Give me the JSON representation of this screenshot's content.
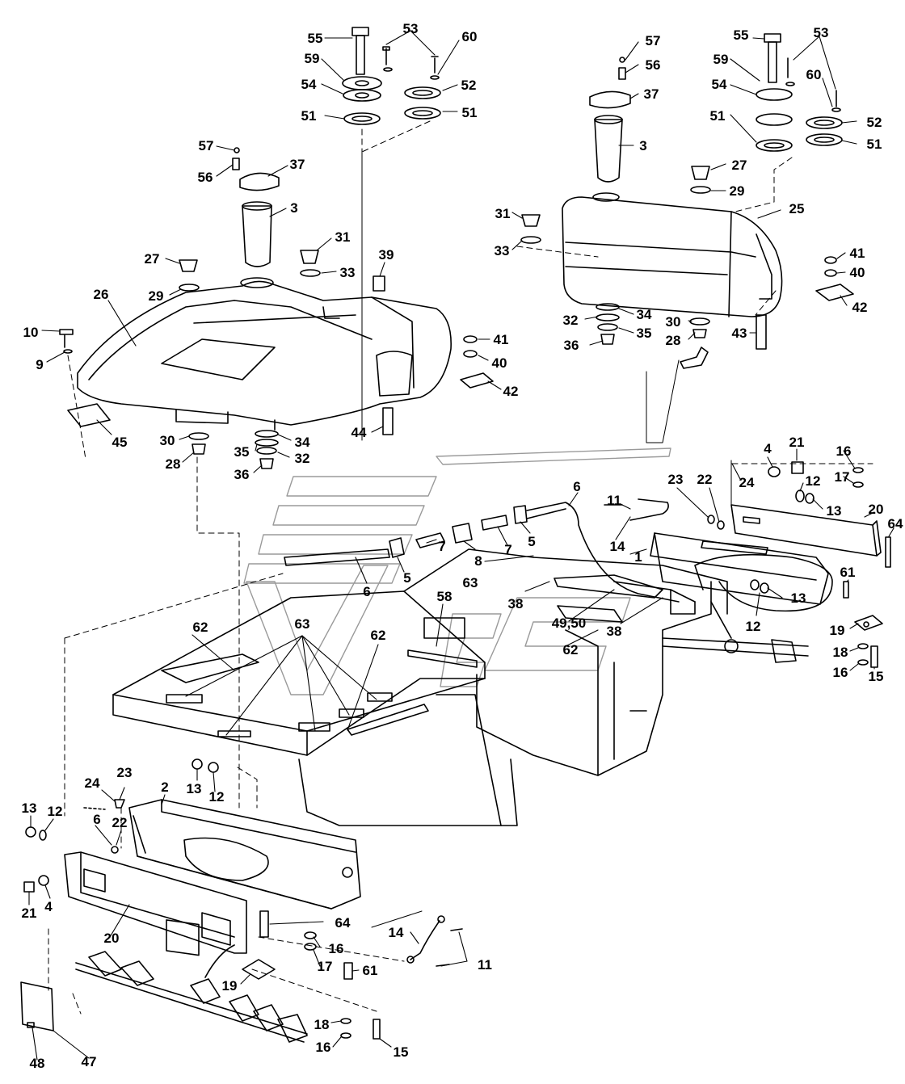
{
  "diagram": {
    "callouts": [
      {
        "id": "c1",
        "label": "55"
      },
      {
        "id": "c2",
        "label": "53"
      },
      {
        "id": "c3",
        "label": "60"
      },
      {
        "id": "c4",
        "label": "59"
      },
      {
        "id": "c5",
        "label": "54"
      },
      {
        "id": "c6",
        "label": "52"
      },
      {
        "id": "c7",
        "label": "51"
      },
      {
        "id": "c8",
        "label": "51"
      },
      {
        "id": "c9",
        "label": "57"
      },
      {
        "id": "c10",
        "label": "56"
      },
      {
        "id": "c11",
        "label": "37"
      },
      {
        "id": "c12",
        "label": "3"
      },
      {
        "id": "c13",
        "label": "27"
      },
      {
        "id": "c14",
        "label": "29"
      },
      {
        "id": "c15",
        "label": "31"
      },
      {
        "id": "c16",
        "label": "33"
      },
      {
        "id": "c17",
        "label": "39"
      },
      {
        "id": "c18",
        "label": "26"
      },
      {
        "id": "c19",
        "label": "10"
      },
      {
        "id": "c20",
        "label": "9"
      },
      {
        "id": "c21",
        "label": "41"
      },
      {
        "id": "c22",
        "label": "40"
      },
      {
        "id": "c23",
        "label": "42"
      },
      {
        "id": "c24",
        "label": "45"
      },
      {
        "id": "c25",
        "label": "30"
      },
      {
        "id": "c26",
        "label": "28"
      },
      {
        "id": "c27",
        "label": "34"
      },
      {
        "id": "c28",
        "label": "35"
      },
      {
        "id": "c29",
        "label": "32"
      },
      {
        "id": "c30",
        "label": "36"
      },
      {
        "id": "c31",
        "label": "44"
      },
      {
        "id": "c32",
        "label": "57"
      },
      {
        "id": "c33",
        "label": "56"
      },
      {
        "id": "c34",
        "label": "37"
      },
      {
        "id": "c35",
        "label": "3"
      },
      {
        "id": "c36",
        "label": "55"
      },
      {
        "id": "c37",
        "label": "53"
      },
      {
        "id": "c38",
        "label": "59"
      },
      {
        "id": "c39",
        "label": "60"
      },
      {
        "id": "c40",
        "label": "54"
      },
      {
        "id": "c41",
        "label": "51"
      },
      {
        "id": "c42",
        "label": "52"
      },
      {
        "id": "c43",
        "label": "51"
      },
      {
        "id": "c44",
        "label": "27"
      },
      {
        "id": "c45",
        "label": "29"
      },
      {
        "id": "c46",
        "label": "31"
      },
      {
        "id": "c47",
        "label": "33"
      },
      {
        "id": "c48",
        "label": "25"
      },
      {
        "id": "c49",
        "label": "41"
      },
      {
        "id": "c50",
        "label": "40"
      },
      {
        "id": "c51",
        "label": "42"
      },
      {
        "id": "c52",
        "label": "32"
      },
      {
        "id": "c53",
        "label": "34"
      },
      {
        "id": "c54",
        "label": "30"
      },
      {
        "id": "c55",
        "label": "35"
      },
      {
        "id": "c56",
        "label": "28"
      },
      {
        "id": "c57",
        "label": "36"
      },
      {
        "id": "c58",
        "label": "43"
      },
      {
        "id": "c59",
        "label": "4"
      },
      {
        "id": "c60",
        "label": "21"
      },
      {
        "id": "c61",
        "label": "16"
      },
      {
        "id": "c62",
        "label": "17"
      },
      {
        "id": "c63",
        "label": "23"
      },
      {
        "id": "c64",
        "label": "22"
      },
      {
        "id": "c65",
        "label": "24"
      },
      {
        "id": "c66",
        "label": "12"
      },
      {
        "id": "c67",
        "label": "13"
      },
      {
        "id": "c68",
        "label": "20"
      },
      {
        "id": "c69",
        "label": "64"
      },
      {
        "id": "c70",
        "label": "6"
      },
      {
        "id": "c71",
        "label": "11"
      },
      {
        "id": "c72",
        "label": "14"
      },
      {
        "id": "c73",
        "label": "1"
      },
      {
        "id": "c74",
        "label": "7"
      },
      {
        "id": "c75",
        "label": "5"
      },
      {
        "id": "c76",
        "label": "8"
      },
      {
        "id": "c77",
        "label": "7"
      },
      {
        "id": "c78",
        "label": "5"
      },
      {
        "id": "c79",
        "label": "6"
      },
      {
        "id": "c80",
        "label": "63"
      },
      {
        "id": "c81",
        "label": "58"
      },
      {
        "id": "c82",
        "label": "38"
      },
      {
        "id": "c83",
        "label": "49,50"
      },
      {
        "id": "c84",
        "label": "38"
      },
      {
        "id": "c85",
        "label": "62"
      },
      {
        "id": "c86",
        "label": "61"
      },
      {
        "id": "c87",
        "label": "13"
      },
      {
        "id": "c88",
        "label": "12"
      },
      {
        "id": "c89",
        "label": "19"
      },
      {
        "id": "c90",
        "label": "18"
      },
      {
        "id": "c91",
        "label": "16"
      },
      {
        "id": "c92",
        "label": "15"
      },
      {
        "id": "c93",
        "label": "62"
      },
      {
        "id": "c94",
        "label": "63"
      },
      {
        "id": "c95",
        "label": "62"
      },
      {
        "id": "c96",
        "label": "2"
      },
      {
        "id": "c97",
        "label": "13"
      },
      {
        "id": "c98",
        "label": "12"
      },
      {
        "id": "c99",
        "label": "24"
      },
      {
        "id": "c100",
        "label": "23"
      },
      {
        "id": "c101",
        "label": "13"
      },
      {
        "id": "c102",
        "label": "12"
      },
      {
        "id": "c103",
        "label": "6"
      },
      {
        "id": "c104",
        "label": "22"
      },
      {
        "id": "c105",
        "label": "21"
      },
      {
        "id": "c106",
        "label": "4"
      },
      {
        "id": "c107",
        "label": "20"
      },
      {
        "id": "c108",
        "label": "64"
      },
      {
        "id": "c109",
        "label": "14"
      },
      {
        "id": "c110",
        "label": "11"
      },
      {
        "id": "c111",
        "label": "16"
      },
      {
        "id": "c112",
        "label": "17"
      },
      {
        "id": "c113",
        "label": "61"
      },
      {
        "id": "c114",
        "label": "19"
      },
      {
        "id": "c115",
        "label": "18"
      },
      {
        "id": "c116",
        "label": "16"
      },
      {
        "id": "c117",
        "label": "15"
      },
      {
        "id": "c118",
        "label": "48"
      },
      {
        "id": "c119",
        "label": "47"
      }
    ]
  }
}
